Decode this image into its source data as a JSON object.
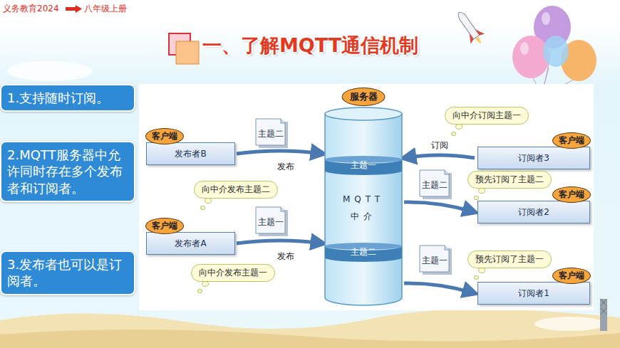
{
  "diagram": {
    "title": "一、了解MQTT通信机制",
    "nodes": [
      {
        "text": [
          "1.支持随时订阅。"
        ]
      },
      {
        "text": [
          "2.MQTT服务器中允许同时存在多个发布者和订阅者。"
        ]
      },
      {
        "text": [
          "3.发布者也可以是订阅者。"
        ]
      },
      {
        "text": [
          "服务器",
          "MQTT 中介"
        ]
      },
      {
        "text": [
          "主题一"
        ],
        "in": 3
      },
      {
        "text": [
          "主题二"
        ],
        "in": 3
      },
      {
        "text": [
          "客户端",
          "发布者B"
        ]
      },
      {
        "text": [
          "主题二"
        ]
      },
      {
        "text": [
          "向中介发布主题二"
        ]
      },
      {
        "text": [
          "客户端",
          "发布者A"
        ]
      },
      {
        "text": [
          "主题一"
        ]
      },
      {
        "text": [
          "向中介发布主题一"
        ]
      },
      {
        "text": [
          "向中介订阅主题一"
        ]
      },
      {
        "text": [
          "客户端",
          "订阅者3"
        ]
      },
      {
        "text": [
          "主题二"
        ]
      },
      {
        "text": [
          "预先订阅了主题二"
        ]
      },
      {
        "text": [
          "客户端",
          "订阅者2"
        ]
      },
      {
        "text": [
          "主题一"
        ]
      },
      {
        "text": [
          "预先订阅了主题一"
        ]
      },
      {
        "text": [
          "客户端",
          "订阅者1"
        ]
      }
    ],
    "edges": [
      {
        "from": 6,
        "to": 3,
        "label": "发布",
        "arrow": "to"
      },
      {
        "from": 9,
        "to": 3,
        "label": "发布",
        "arrow": "to"
      },
      {
        "from": 13,
        "to": 3,
        "label": "订阅",
        "arrow": "to"
      },
      {
        "from": 3,
        "to": 16,
        "arrow": "to"
      },
      {
        "from": 3,
        "to": 19,
        "arrow": "to"
      }
    ],
    "labels": [
      "义务教育2024",
      "八年级上册"
    ]
  }
}
